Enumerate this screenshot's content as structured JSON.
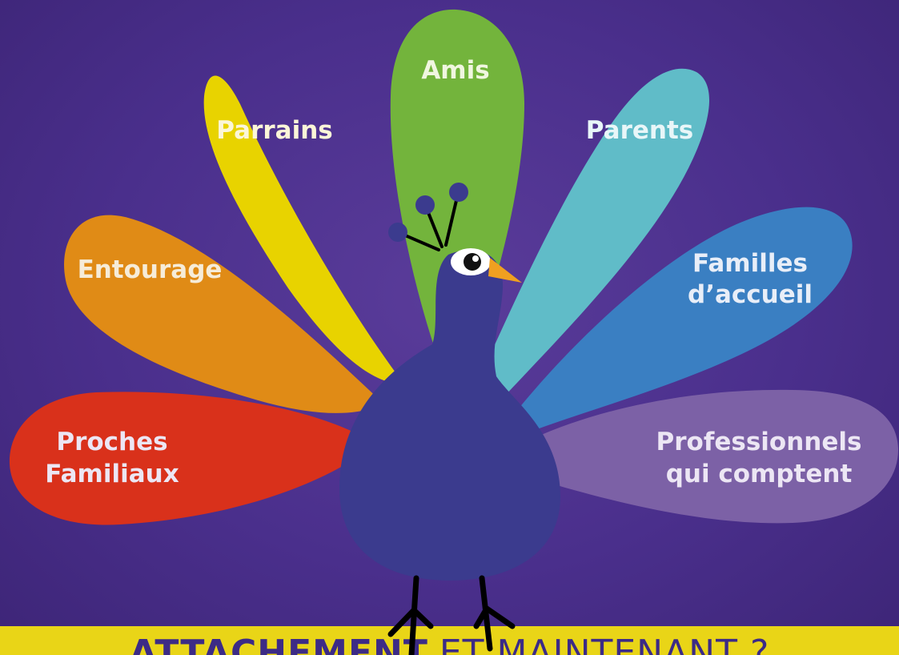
{
  "feathers": {
    "proches": {
      "line1": "Proches",
      "line2": "Familiaux",
      "color": "#d9311b"
    },
    "entourage": {
      "label": "Entourage",
      "color": "#e08b16"
    },
    "parrains": {
      "label": "Parrains",
      "color": "#e8d300"
    },
    "amis": {
      "label": "Amis",
      "color": "#73b43c"
    },
    "parents": {
      "label": "Parents",
      "color": "#60bcc8"
    },
    "familles": {
      "line1": "Familles",
      "line2": "d’accueil",
      "color": "#3a7fc2"
    },
    "professionnels": {
      "line1": "Professionnels",
      "line2": "qui comptent",
      "color": "#7c61a6"
    }
  },
  "peacock": {
    "body_color": "#3b3b8e",
    "beak_color": "#f0a020"
  },
  "banner": {
    "strong": "ATTACHEMENT",
    "rest": "ET MAINTENANT ?",
    "color": "#e9d517"
  },
  "colors": {
    "background": "#4a2f8c",
    "label_light": "#ece6f4"
  }
}
